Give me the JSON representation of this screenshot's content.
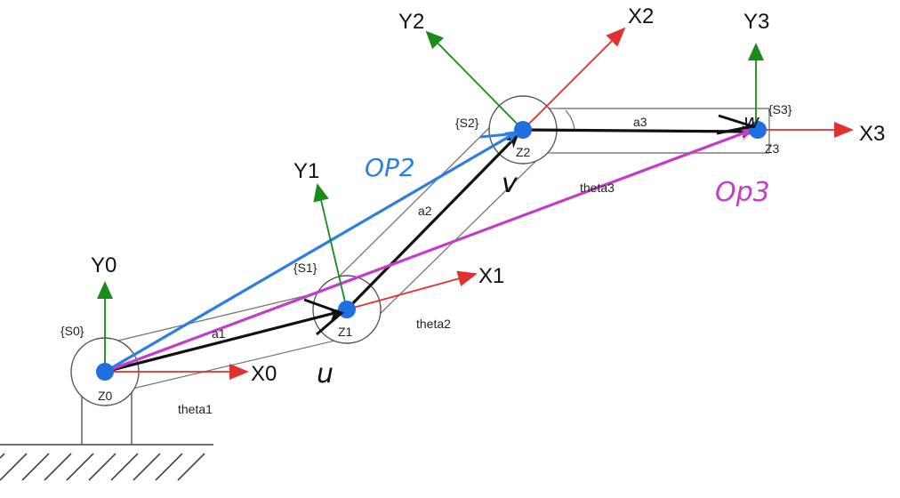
{
  "colors": {
    "x_axis": "#e03030",
    "y_axis": "#1a8a1a",
    "link_vector": "#111111",
    "op2": "#2c7fe0",
    "op3": "#c23ec9",
    "joint": "#1f6fe0"
  },
  "frames": {
    "s0": {
      "name": "{S0}",
      "x": "X0",
      "y": "Y0",
      "z": "Z0"
    },
    "s1": {
      "name": "{S1}",
      "x": "X1",
      "y": "Y1",
      "z": "Z1"
    },
    "s2": {
      "name": "{S2}",
      "x": "X2",
      "y": "Y2",
      "z": "Z2"
    },
    "s3": {
      "name": "{S3}",
      "x": "X3",
      "y": "Y3",
      "z": "Z3"
    }
  },
  "links": {
    "a1": "a1",
    "a2": "a2",
    "a3": "a3"
  },
  "angles": {
    "theta1": "theta1",
    "theta2": "theta2",
    "theta3": "theta3"
  },
  "handwritten": {
    "op2": "OP2",
    "op3": "Op3",
    "u": "u",
    "v": "v",
    "w": "w"
  }
}
